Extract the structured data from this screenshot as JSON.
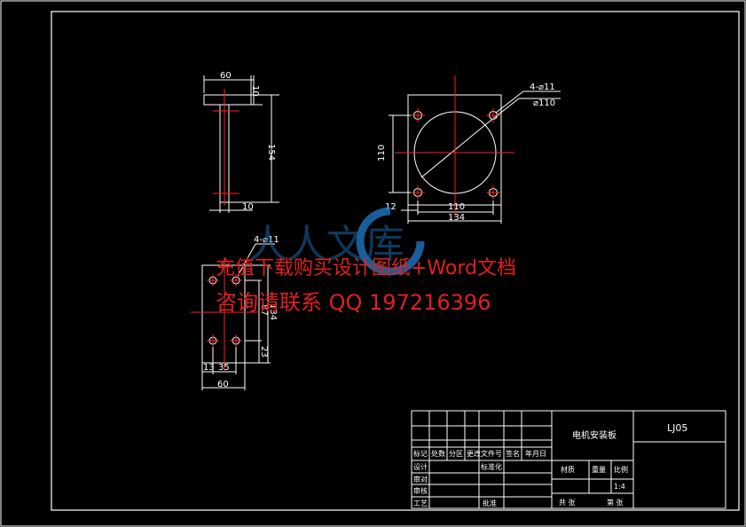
{
  "drawing": {
    "side_view": {
      "dims": [
        "60",
        "10",
        "154",
        "10"
      ]
    },
    "front_view": {
      "dims": [
        "4-⌀11",
        "⌀110",
        "110",
        "110",
        "12",
        "134"
      ]
    },
    "plate_view": {
      "dims": [
        "4-⌀11",
        "134",
        "87",
        "23",
        "13",
        "35",
        "60"
      ]
    }
  },
  "watermark": {
    "logo_text": "人人文库",
    "line1": "充值下载购买设计图纸+Word文档",
    "line2": "咨询请联系  QQ 197216396"
  },
  "title_block": {
    "headers": [
      "标记",
      "处数",
      "分区",
      "更改文件号",
      "签名",
      "年月日"
    ],
    "rows_left": [
      "设计",
      "审核",
      "工艺"
    ],
    "row_mid_extra": [
      "标准化",
      "批准"
    ],
    "part_name": "电机安装板",
    "drawing_no": "LJ05",
    "material_label": "材质",
    "weight_label": "重量",
    "scale_label": "比例",
    "scale_value": "1:4",
    "sheets_label": "共 张",
    "sheet_label": "第 张",
    "mid_label": "审对"
  },
  "colors": {
    "line": "#ffffff",
    "center": "#ff2020",
    "watermark": "#e02020",
    "logo": "#1e6fb5"
  }
}
